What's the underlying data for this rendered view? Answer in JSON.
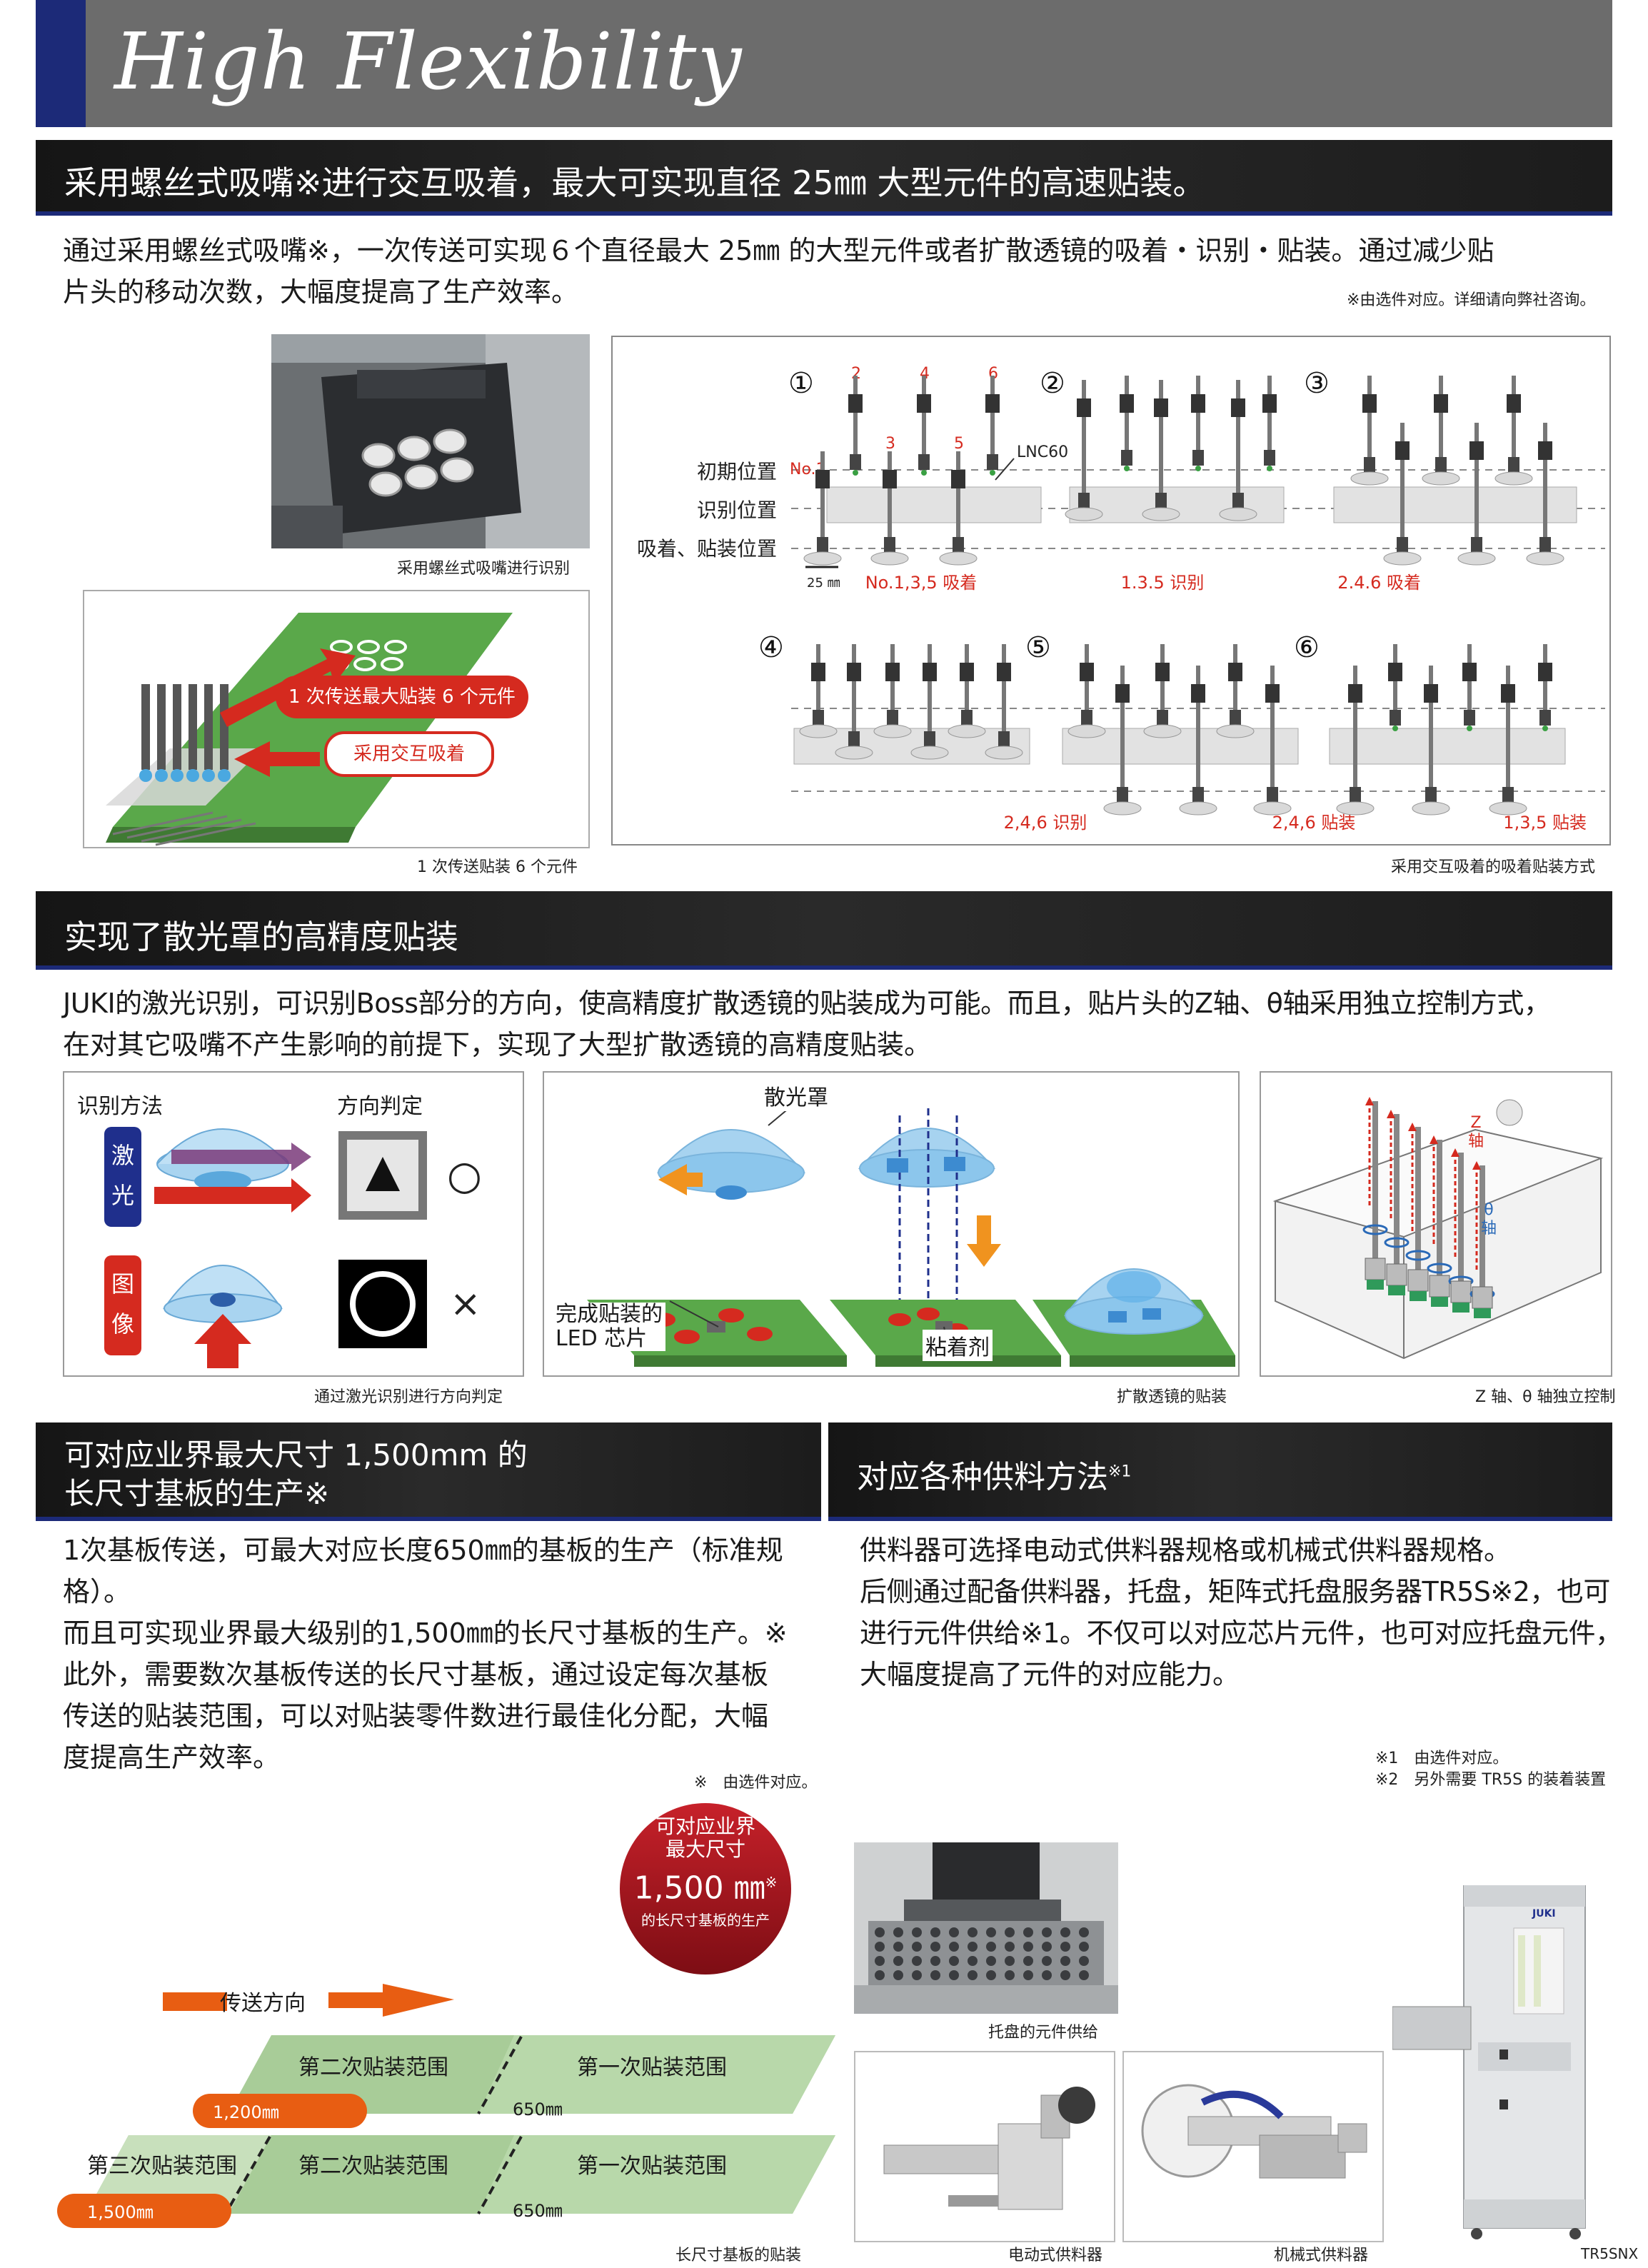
{
  "header": {
    "title": "High Flexibility"
  },
  "section1": {
    "heading": "采用螺丝式吸嘴※进行交互吸着，最大可实现直径 25㎜ 大型元件的高速贴装。",
    "body_line1": "通过采用螺丝式吸嘴※，一次传送可实现６个直径最大 25㎜ 的大型元件或者扩散透镜的吸着・识别・贴装。通过减少贴",
    "body_line2": "片头的移动次数，大幅度提高了生产效率。",
    "note": "※由选件对应。详细请向弊社咨询。",
    "photo_caption": "采用螺丝式吸嘴进行识别",
    "illus": {
      "bubble1": "1 次传送最大贴装 6 个元件",
      "bubble2": "采用交互吸着"
    },
    "illus_caption": "1 次传送贴装 6 个元件",
    "diagram": {
      "steps": [
        "①",
        "②",
        "③",
        "④",
        "⑤",
        "⑥"
      ],
      "nozzle_numbers": [
        "No.1",
        "2",
        "3",
        "4",
        "5",
        "6"
      ],
      "lnc": "LNC60",
      "labels": {
        "initial": "初期位置",
        "recognize": "识别位置",
        "pick_place": "吸着、贴装位置"
      },
      "scale": "25 ㎜",
      "step_labels": [
        "No.1,3,5 吸着",
        "1.3.5 识别",
        "2.4.6 吸着",
        "2,4,6 识别",
        "2,4,6 贴装",
        "1,3,5 贴装"
      ],
      "caption": "采用交互吸着的吸着贴装方式"
    }
  },
  "section2": {
    "heading": "实现了散光罩的高精度贴装",
    "body_line1": "JUKI的激光识别，可识别Boss部分的方向，使高精度扩散透镜的贴装成为可能。而且，贴片头的Z轴、θ轴采用独立控制方式，",
    "body_line2": "在对其它吸嘴不产生影响的前提下，实现了大型扩散透镜的高精度贴装。",
    "panel1": {
      "col1": "识别方法",
      "col2": "方向判定",
      "laser_chars": [
        "激",
        "光"
      ],
      "image_chars": [
        "图",
        "像"
      ],
      "ok": "○",
      "ng": "×",
      "caption": "通过激光识别进行方向判定"
    },
    "panel2": {
      "label_lens": "散光罩",
      "label_led_1": "完成贴装的",
      "label_led_2": "LED 芯片",
      "label_glue": "粘着剂",
      "caption": "扩散透镜的贴装"
    },
    "panel3": {
      "z_chars": [
        "Z",
        "轴"
      ],
      "theta_chars": [
        "θ",
        "轴"
      ],
      "caption": "Z 轴、θ 轴独立控制"
    }
  },
  "section3": {
    "heading_line1": "可对应业界最大尺寸 1,500mm 的",
    "heading_line2": "长尺寸基板的生产※",
    "p1_line1": "1次基板传送，可最大对应长度650㎜的基板的生产（标准规",
    "p1_line2": "格）。",
    "p2_line1": "而且可实现业界最大级别的1,500㎜的长尺寸基板的生产。※",
    "p3_line1": "此外，需要数次基板传送的长尺寸基板，通过设定每次基板",
    "p3_line2": "传送的贴装范围，可以对贴装零件数进行最佳化分配，大幅",
    "p3_line3": "度提高生产效率。",
    "note": "※　由选件对应。"
  },
  "section4": {
    "heading": "对应各种供料方法",
    "heading_sup": "※1",
    "p_line1": "供料器可选择电动式供料器规格或机械式供料器规格。",
    "p_line2": "后侧通过配备供料器，托盘，矩阵式托盘服务器TR5S※2，也可",
    "p_line3": "进行元件供给※1。不仅可以对应芯片元件，也可对应托盘元件，",
    "p_line4": "大幅度提高了元件的对应能力。",
    "note1": "※1　由选件对应。",
    "note2": "※2　另外需要 TR5S 的装着装置"
  },
  "board_diagram": {
    "badge_line1": "可对应业界",
    "badge_line2": "最大尺寸",
    "badge_value": "1,500 ㎜",
    "badge_mark": "※",
    "badge_line3": "的长尺寸基板的生产",
    "direction": "传送方向",
    "range2": "第二次贴装范围",
    "range1": "第一次贴装范围",
    "range3": "第三次贴装范围",
    "len_1200": "1,200㎜",
    "len_1500": "1,500㎜",
    "len_650": "650㎜",
    "caption": "长尺寸基板的贴装"
  },
  "photos": {
    "tray_caption": "托盘的元件供给",
    "electric_caption": "电动式供料器",
    "mechanical_caption": "机械式供料器",
    "tr5snx_caption": "TR5SNX",
    "tr5snx_brand": "JUKI"
  },
  "colors": {
    "navy": "#1c2a78",
    "red": "#e03020",
    "orange": "#e85d12",
    "pcb_green": "#5aa84a"
  }
}
